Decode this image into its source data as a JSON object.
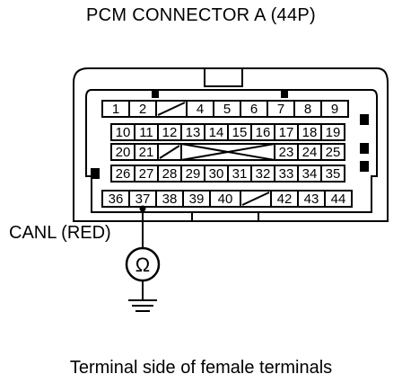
{
  "title": "PCM CONNECTOR A (44P)",
  "caption": "Terminal side of female terminals",
  "probe": {
    "label": "CANL (RED)",
    "terminal": "37",
    "meter_symbol": "Ω"
  },
  "connector": {
    "rows": [
      [
        "1",
        "2",
        "",
        "4",
        "5",
        "6",
        "7",
        "8",
        "9"
      ],
      [
        "10",
        "11",
        "12",
        "13",
        "14",
        "15",
        "16",
        "17",
        "18",
        "19"
      ],
      [
        "20",
        "21",
        "",
        "",
        "",
        "",
        "",
        "23",
        "24",
        "25"
      ],
      [
        "26",
        "27",
        "28",
        "29",
        "30",
        "31",
        "32",
        "33",
        "34",
        "35"
      ],
      [
        "36",
        "37",
        "38",
        "39",
        "40",
        "",
        "42",
        "43",
        "44"
      ]
    ]
  }
}
